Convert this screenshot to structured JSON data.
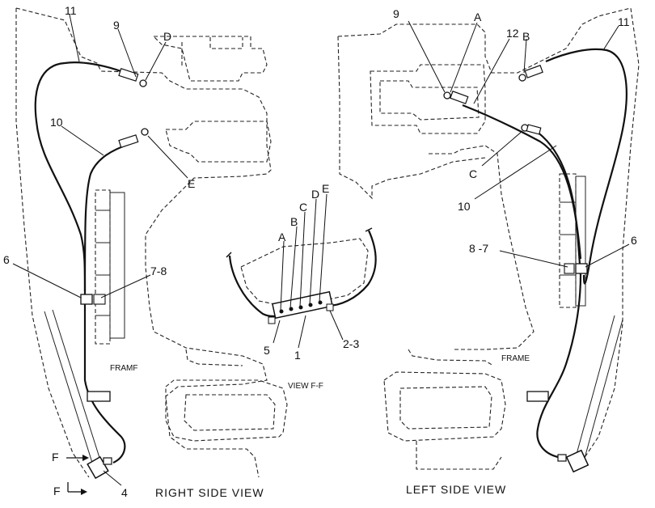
{
  "titles": {
    "right_side": "RIGHT SIDE VIEW",
    "left_side": "LEFT SIDE VIEW",
    "view_ff": "VIEW F-F"
  },
  "frame_labels": {
    "right": "FRAMF",
    "left": "FRAME"
  },
  "right_callouts": {
    "c11": "11",
    "c9": "9",
    "cD": "D",
    "c10": "10",
    "cE": "E",
    "c6": "6",
    "c78": "7-8",
    "c4": "4",
    "cF1": "F",
    "cF2": "F"
  },
  "left_callouts": {
    "c9": "9",
    "cA": "A",
    "c12": "12",
    "cB": "B",
    "c11": "11",
    "cC": "C",
    "c10": "10",
    "c87": "8 -7",
    "c6": "6"
  },
  "center_callouts": {
    "cA": "A",
    "cB": "B",
    "cC": "C",
    "cD": "D",
    "cE": "E",
    "c5": "5",
    "c1": "1",
    "c23": "2-3"
  }
}
